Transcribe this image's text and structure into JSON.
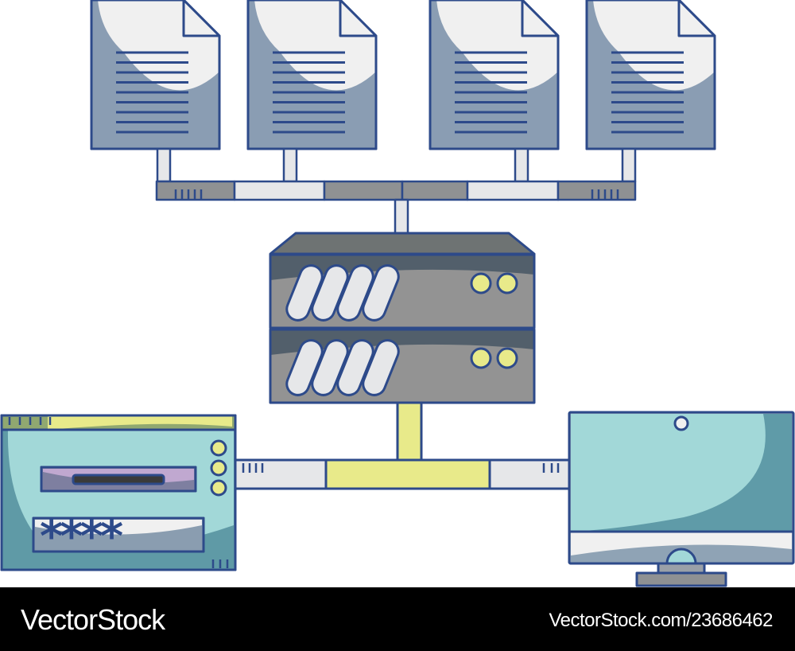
{
  "illustration": {
    "documents": 4,
    "server_units": 2,
    "password_mask": "****",
    "colors": {
      "outline": "#2d4a8a",
      "document": "#8a9db3",
      "paper": "#f0f0f0",
      "server": "#939393",
      "server_dark": "#525f6b",
      "yellow": "#e8ea8a",
      "teal": "#a2d8d8",
      "teal_dark": "#5f9aa6",
      "purple": "#c0a8d0",
      "bar_light": "#e6e7e9",
      "bar_dark": "#8f9193"
    }
  },
  "watermark": {
    "brand": "VectorStock",
    "id_text": "VectorStock.com/23686462"
  }
}
